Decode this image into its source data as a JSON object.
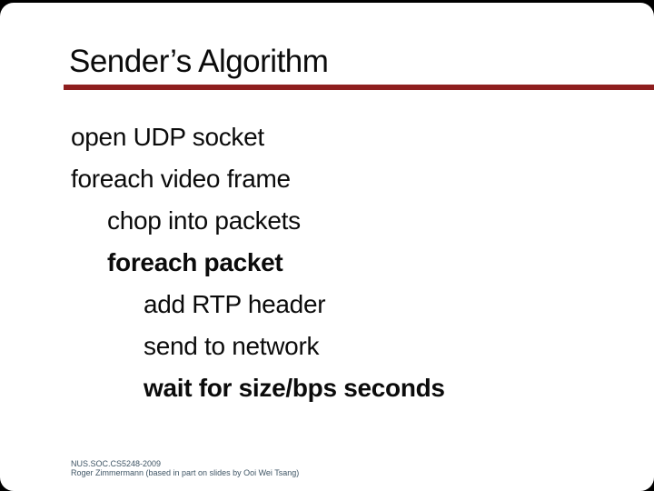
{
  "slide": {
    "title": "Sender’s Algorithm",
    "colors": {
      "accent_underline": "#8e1e1e",
      "title_text": "#0b0b0b",
      "body_text": "#0b0b0b",
      "footer_text": "#3f5565",
      "slide_background": "#ffffff",
      "frame_background": "#000000"
    },
    "body_lines": [
      {
        "text": "open UDP socket",
        "indent": 0,
        "bold": false
      },
      {
        "text": "foreach video frame",
        "indent": 0,
        "bold": false
      },
      {
        "text": "chop into packets",
        "indent": 1,
        "bold": false
      },
      {
        "text": "foreach packet",
        "indent": 1,
        "bold": true
      },
      {
        "text": "add RTP header",
        "indent": 2,
        "bold": false
      },
      {
        "text": "send to network",
        "indent": 2,
        "bold": false
      },
      {
        "text": "wait for size/bps seconds",
        "indent": 2,
        "bold": true
      }
    ],
    "footer": {
      "line1": "NUS.SOC.CS5248-2009",
      "line2": "Roger Zimmermann (based in part on slides by Ooi Wei Tsang)"
    }
  }
}
